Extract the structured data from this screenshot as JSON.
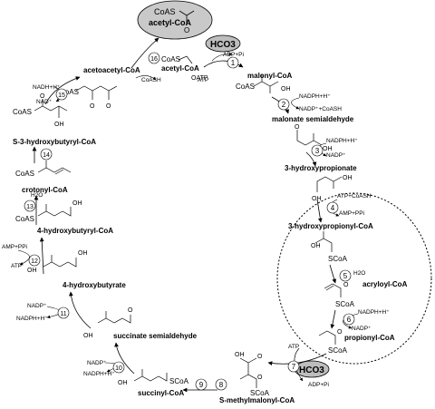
{
  "hub": {
    "product_line1": "CoAS",
    "product_line2": "acetyl-CoA"
  },
  "hco3": {
    "top": "HCO3",
    "bottom": "HCO3"
  },
  "steps": [
    "1",
    "2",
    "3",
    "4",
    "5",
    "6",
    "7",
    "8",
    "9",
    "10",
    "11",
    "12",
    "13",
    "14",
    "15",
    "16"
  ],
  "compounds": {
    "acetyl_coa": "acetyl-CoA",
    "malonyl_coa": "malonyl-CoA",
    "malonate_semialdehyde": "malonate semialdehyde",
    "hydroxypropionate": "3-hydroxypropionate",
    "hydroxypropionyl_coa": "3-hydroxypropionyl-CoA",
    "acryloyl_coa": "acryloyl-CoA",
    "propionyl_coa": "propionyl-CoA",
    "methylmalonyl_coa": "S-methylmalonyl-CoA",
    "succinyl_coa": "succinyl-CoA",
    "succinate_semialdehyde": "succinate semialdehyde",
    "hydroxybutyrate": "4-hydroxybutyrate",
    "hydroxybutyryl_coa": "4-hydroxybutyryl-CoA",
    "crotonyl_coa": "crotonyl-CoA",
    "s3_hydroxybutyryl_coa": "S-3-hydroxybutyryl-CoA",
    "acetoacetyl_coa": "acetoacetyl-CoA"
  },
  "cofactors": {
    "adp_pi_1": "ADP+Pi",
    "atp_1": "ATP",
    "nadph_2": "NADPH+H⁺",
    "nadp_coash_2": "NADP⁺+CoASH",
    "nadph_3": "NADPH+H⁺",
    "nadp_3": "NADP⁺",
    "atp_coash_4": "ATP+CoASH",
    "amp_ppi_4": "AMP+PPi",
    "h2o_5": "H2O",
    "nadph_6": "NADPH+H⁺",
    "nadp_6": "NADP⁺",
    "atp_7": "ATP",
    "adp_pi_7": "ADP+Pi",
    "nadp_10": "NADP⁺",
    "nadph_10": "NADPH+H⁺",
    "nadp_11": "NADP⁺",
    "nadph_11": "NADPH+H⁺",
    "amp_ppi_12": "AMP+PPi",
    "atp_12": "ATP",
    "h2o_13": "H2O",
    "nadh_15": "NADH+H⁺",
    "nad_15": "NAD⁺",
    "coash_16": "CoASH"
  },
  "atoms": {
    "coas": "CoAS",
    "scoa": "SCoA",
    "o": "O",
    "oh": "OH",
    "oatp": "OATP"
  },
  "colors": {
    "hub_fill": "#c9c9c9",
    "hco3_fill": "#bdbdbd",
    "line": "#000000"
  }
}
